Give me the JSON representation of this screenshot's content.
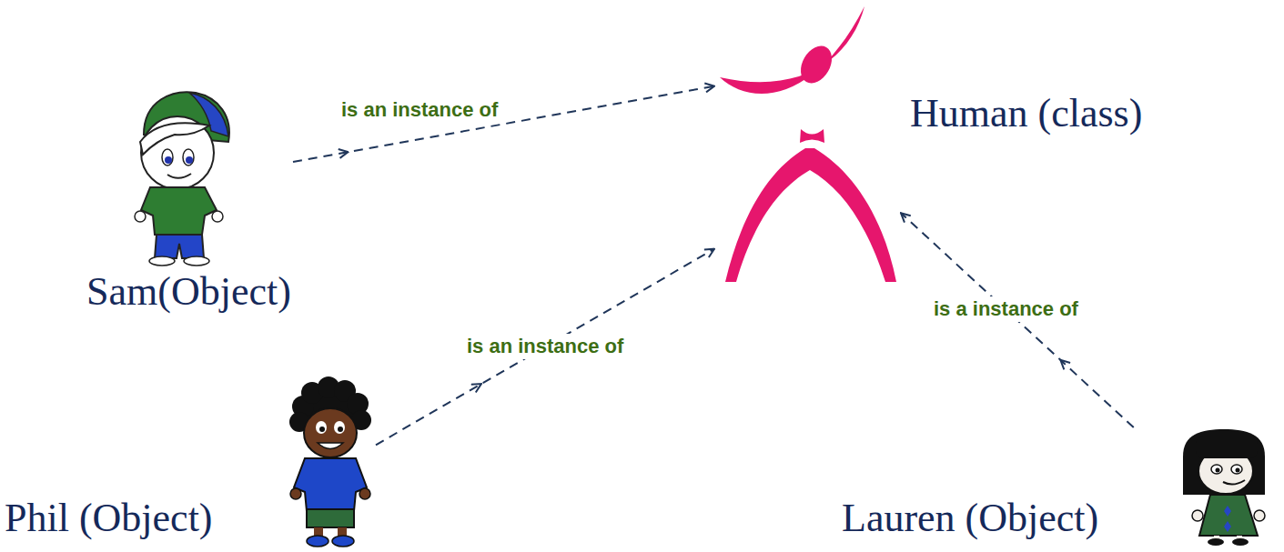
{
  "diagram": {
    "nodes": [
      {
        "text": [
          "Human (class)"
        ]
      },
      {
        "text": [
          "Sam(Object)"
        ]
      },
      {
        "text": [
          "Phil (Object)"
        ]
      },
      {
        "text": [
          "Lauren (Object)"
        ]
      }
    ],
    "edges": [
      {
        "from": 1,
        "to": 0,
        "arrow": "to",
        "label": "is an instance of"
      },
      {
        "from": 2,
        "to": 0,
        "arrow": "to",
        "label": "is an instance of"
      },
      {
        "from": 3,
        "to": 0,
        "arrow": "to",
        "label": "is a instance of"
      }
    ]
  }
}
